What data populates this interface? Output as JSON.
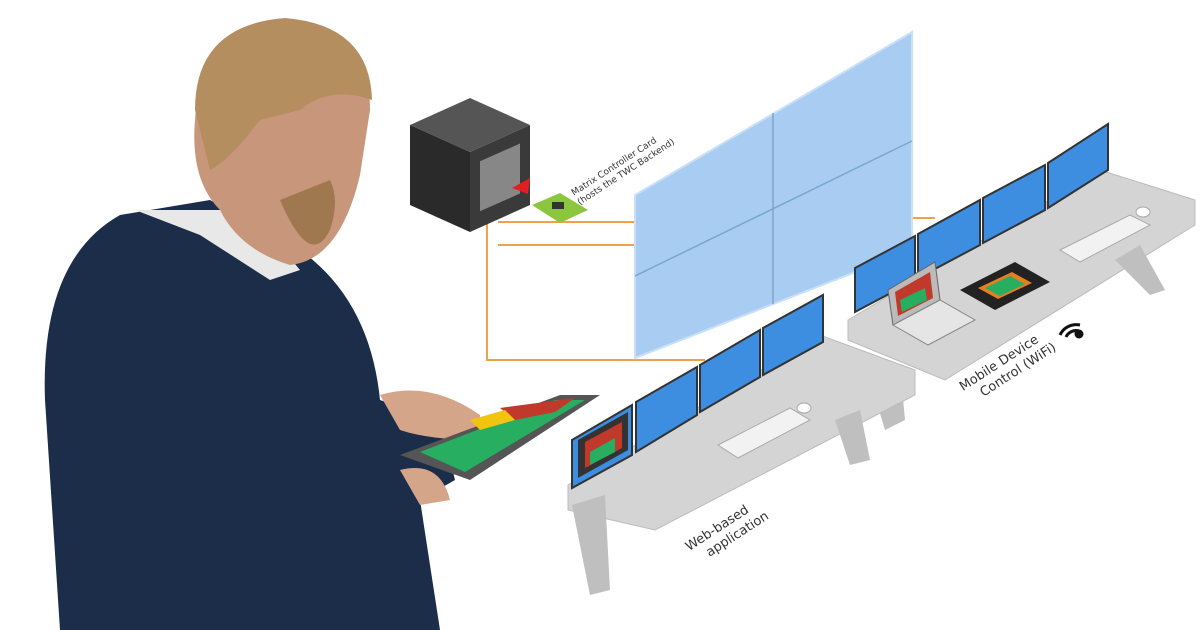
{
  "labels": {
    "controller_card_line1": "Matrix Controller Card",
    "controller_card_line2": "(hosts the TWC Backend)",
    "mobile_line1": "Mobile Device",
    "mobile_line2": "Control (WiFi)",
    "web_line1": "Web-based",
    "web_line2": "application"
  },
  "colors": {
    "cable": "#f0a24a",
    "video_wall": "#a9cdf2",
    "monitor": "#3d8ee0",
    "desk": "#d4d4d4",
    "server": "#2a2a2a",
    "card": "#8cc63f",
    "jacket": "#1c2d4a"
  }
}
